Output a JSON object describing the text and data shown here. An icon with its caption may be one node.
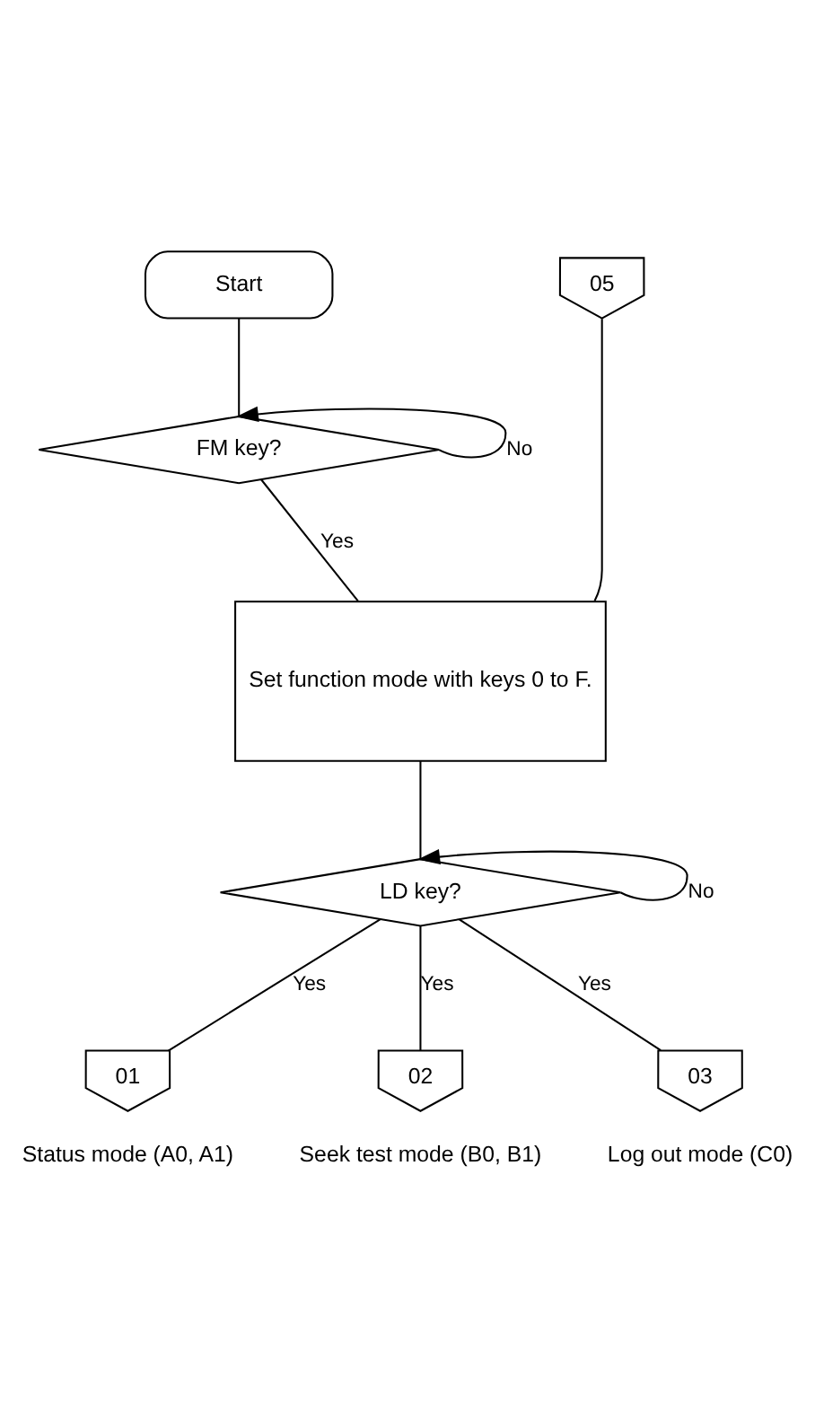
{
  "diagram": {
    "nodes": [
      {
        "text": [
          "Start"
        ]
      },
      {
        "text": [
          "05"
        ]
      },
      {
        "text": [
          "FM key?"
        ]
      },
      {
        "text": [
          "Set function mode with keys 0 to F."
        ]
      },
      {
        "text": [
          "LD key?"
        ]
      },
      {
        "text": [
          "01"
        ],
        "beside": [
          "Status mode (A0, A1)"
        ]
      },
      {
        "text": [
          "02"
        ],
        "beside": [
          "Seek test mode (B0, B1)"
        ]
      },
      {
        "text": [
          "03"
        ],
        "beside": [
          "Log out mode (C0)"
        ]
      }
    ],
    "edges": [
      {
        "from": 0,
        "to": 2,
        "arrow": "none"
      },
      {
        "from": 2,
        "to": 2,
        "arrow": "to",
        "label": "No"
      },
      {
        "from": 1,
        "to": 3,
        "arrow": "none"
      },
      {
        "from": 2,
        "to": 3,
        "arrow": "none",
        "label": "Yes"
      },
      {
        "from": 3,
        "to": 4,
        "arrow": "none"
      },
      {
        "from": 4,
        "to": 4,
        "arrow": "to",
        "label": "No"
      },
      {
        "from": 4,
        "to": 5,
        "arrow": "none",
        "label": "Yes"
      },
      {
        "from": 4,
        "to": 6,
        "arrow": "none",
        "label": "Yes"
      },
      {
        "from": 4,
        "to": 7,
        "arrow": "none",
        "label": "Yes"
      }
    ]
  }
}
